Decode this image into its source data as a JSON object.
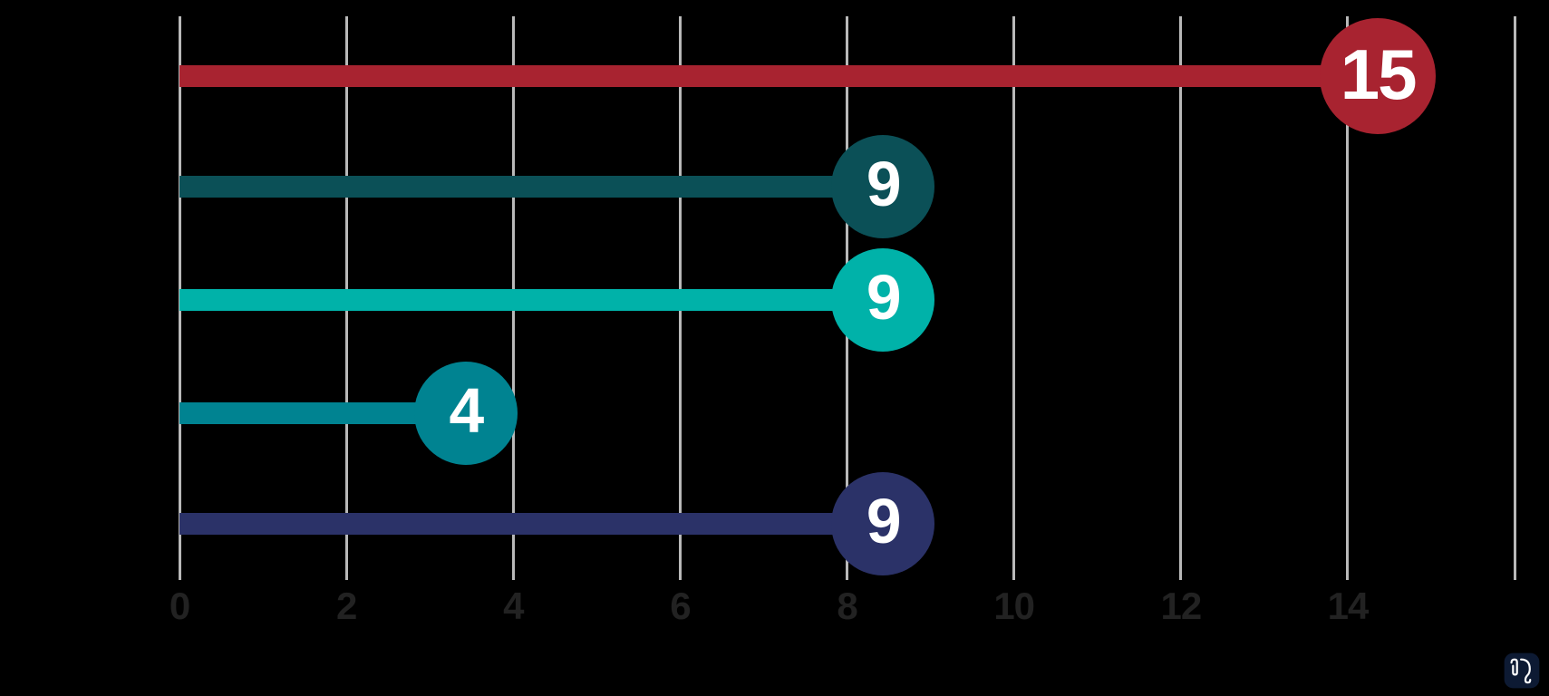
{
  "chart_data": {
    "type": "bar",
    "variant": "lollipop-horizontal",
    "title": "",
    "subtitle": "",
    "xlabel": "",
    "ylabel": "",
    "categories": [
      "",
      "",
      "",
      "",
      ""
    ],
    "values": [
      15,
      9,
      9,
      4,
      9
    ],
    "value_labels": [
      "15",
      "9",
      "9",
      "4",
      "9"
    ],
    "series": [
      {
        "name": "bar-1",
        "value": 15,
        "label": "15",
        "color": "#a82330"
      },
      {
        "name": "bar-2",
        "value": 9,
        "label": "9",
        "color": "#0b5057"
      },
      {
        "name": "bar-3",
        "value": 9,
        "label": "9",
        "color": "#00b2a9"
      },
      {
        "name": "bar-4",
        "value": 4,
        "label": "4",
        "color": "#008391"
      },
      {
        "name": "bar-5",
        "value": 9,
        "label": "9",
        "color": "#2b3268"
      }
    ],
    "xlim": [
      0,
      16
    ],
    "x_ticks": [
      0,
      2,
      4,
      6,
      8,
      10,
      12,
      14
    ],
    "x_tick_labels": [
      "0",
      "2",
      "4",
      "6",
      "8",
      "10",
      "12",
      "14"
    ],
    "grid": true,
    "grid_axis": "x",
    "grid_color": "#b9b9b9",
    "legend": false,
    "background_color": "#000000",
    "tick_label_color": "#222222",
    "value_text_color": "#ffffff"
  },
  "footer": {
    "logo_name": "elephant-logo",
    "logo_color": "#0d1a33"
  }
}
